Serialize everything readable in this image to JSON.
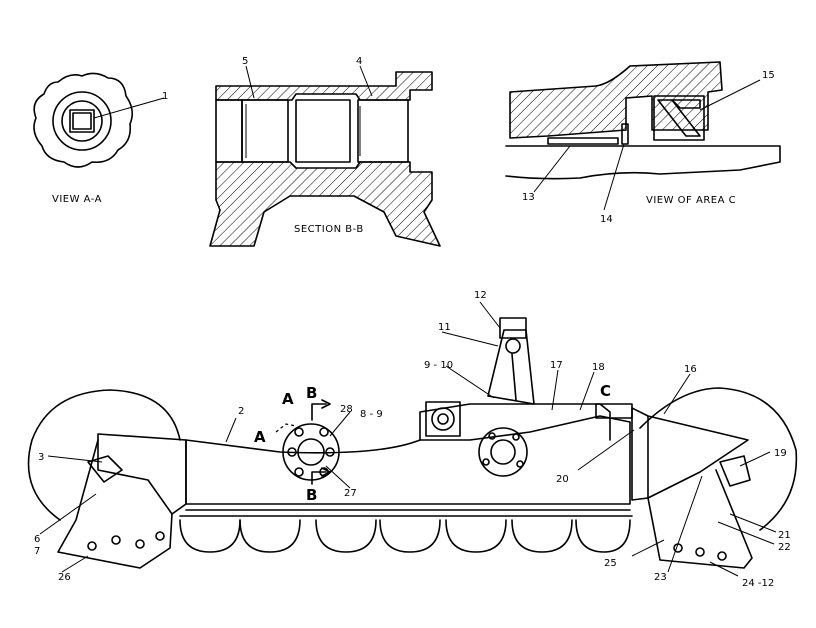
{
  "views": {
    "view_aa": "VIEW  A-A",
    "section_bb": "SECTION  B-B",
    "view_area_c": "VIEW  OF  AREA  C"
  },
  "parts": {
    "p1": "1",
    "p2": "2",
    "p3": "3",
    "p4": "4",
    "p5": "5",
    "p6": "6",
    "p7": "7",
    "p8_9": "8 - 9",
    "p9_10": "9 - 10",
    "p11": "11",
    "p12": "12",
    "p13": "13",
    "p14": "14",
    "p15": "15",
    "p16": "16",
    "p17": "17",
    "p18": "18",
    "p19": "19",
    "p20": "20",
    "p21": "21",
    "p22": "22",
    "p23": "23",
    "p24_12": "24  -12",
    "p25": "25",
    "p26": "26",
    "p27": "27",
    "p28": "28"
  },
  "markers": {
    "a1": "A",
    "a2": "A",
    "b1": "B",
    "b2": "B",
    "c": "C"
  }
}
